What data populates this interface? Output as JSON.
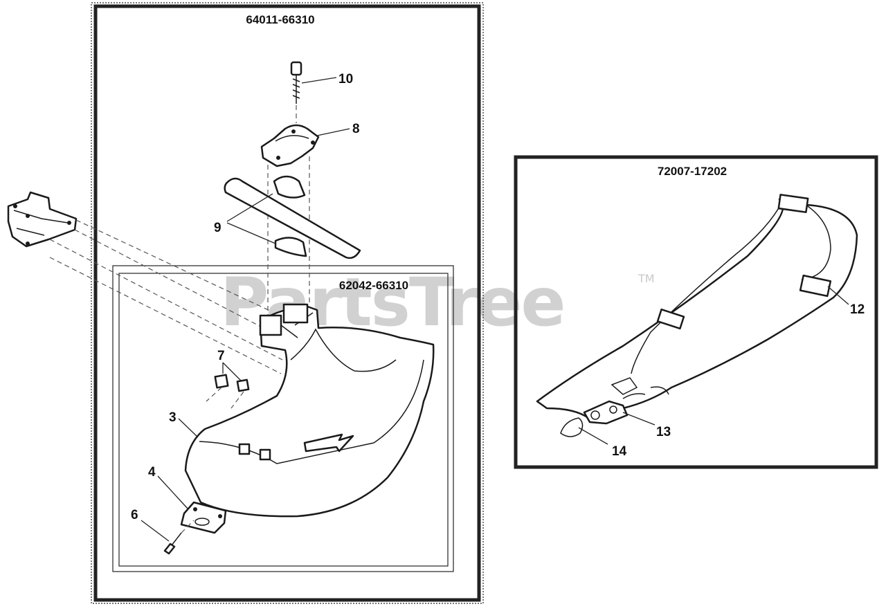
{
  "groups": {
    "tube_group": "64011-66310",
    "guard_group": "62042-66310",
    "strap_group": "72007-17202"
  },
  "callouts": {
    "c3": "3",
    "c4": "4",
    "c6": "6",
    "c7": "7",
    "c8": "8",
    "c9": "9",
    "c10": "10",
    "c12": "12",
    "c13": "13",
    "c14": "14"
  },
  "watermark": {
    "text": "PartsTree",
    "trademark": "TM"
  },
  "icons": [
    "bolt-icon",
    "clamp-icon",
    "tube-icon",
    "bracket-icon",
    "blade-guard-icon",
    "nut-icon",
    "plate-icon",
    "shoulder-strap-icon",
    "hook-icon"
  ]
}
